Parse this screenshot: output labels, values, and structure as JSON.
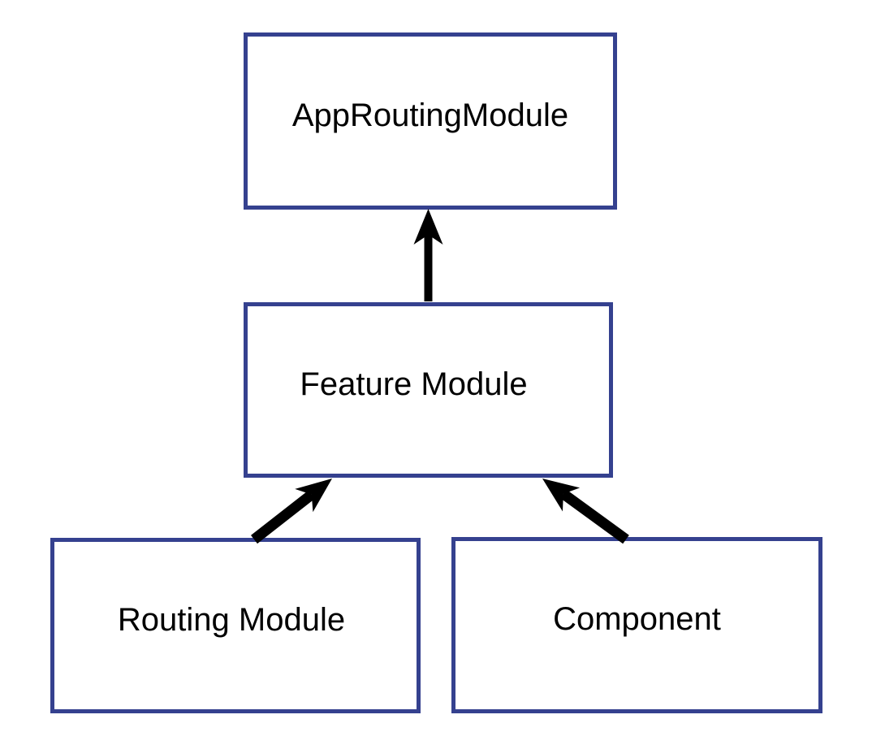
{
  "diagram": {
    "type": "module-hierarchy",
    "nodes": [
      {
        "id": "app-routing-module",
        "label": "AppRoutingModule"
      },
      {
        "id": "feature-module",
        "label": "Feature Module"
      },
      {
        "id": "routing-module",
        "label": "Routing Module"
      },
      {
        "id": "component",
        "label": "Component"
      }
    ],
    "edges": [
      {
        "from": "feature-module",
        "to": "app-routing-module"
      },
      {
        "from": "routing-module",
        "to": "feature-module"
      },
      {
        "from": "component",
        "to": "feature-module"
      }
    ],
    "colors": {
      "box_border": "#35418F",
      "box_fill": "#ffffff",
      "text": "#000000",
      "arrow": "#000000",
      "background": "#ffffff"
    }
  }
}
